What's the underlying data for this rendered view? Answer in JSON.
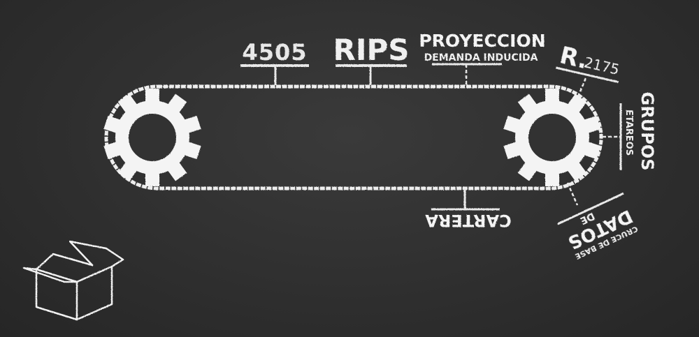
{
  "labels": {
    "l4505": "4505",
    "rips": "RIPS",
    "proyeccion": "PROYECCION",
    "demanda": "DEMANDA INDUCIDA",
    "r": "R.",
    "r2175": "2175",
    "grupos": "GRUPOS",
    "etareos": "ETAREOS",
    "cartera": "CARTERA",
    "datos": "DATOS",
    "de": "DE",
    "cruce": "CRUCE DE BASE"
  },
  "colors": {
    "background": "#2f2f2f",
    "chalk": "#f2f2f2"
  },
  "icons": {
    "gears": "gear-icon",
    "box": "open-box-icon"
  }
}
